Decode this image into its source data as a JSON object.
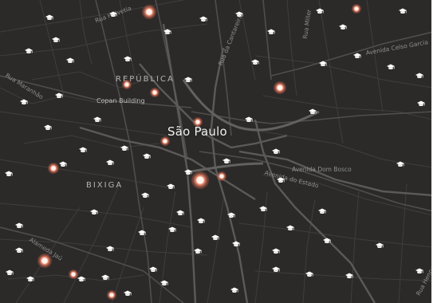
{
  "map": {
    "city_label": "São Paulo",
    "districts": [
      "REPÚBLICA",
      "BIXIGA"
    ],
    "poi_label": "Copan Building",
    "streets": [
      "Rua Helvetia",
      "Rua da Cantareira",
      "Rua Miller",
      "Avenida Celso Garcia",
      "Rua Maranhão",
      "Avenida Dom Bosco",
      "Avenida do Estado",
      "Alameda Jaú",
      "Rua Henry"
    ],
    "colors": {
      "background": "#2b2a29",
      "road": "#4a4949",
      "major_road": "#595858",
      "hotspot": "#ef8e73",
      "marker": "#ffffff"
    },
    "marker_icon": "graduation-cap-icon",
    "hotspot_icon": "heat-hotspot"
  }
}
